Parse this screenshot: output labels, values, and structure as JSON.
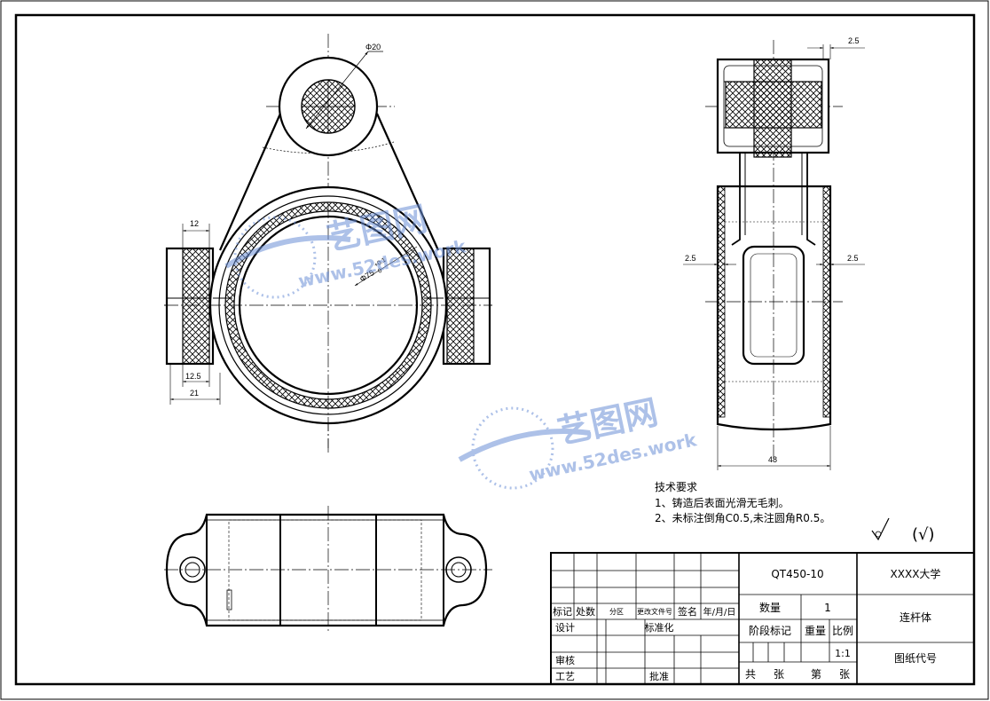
{
  "dimensions": {
    "phi20": "Φ20",
    "d12": "12",
    "d12_5": "12.5",
    "d21": "21",
    "bore": "Φ75",
    "bore_tol_upper": "+0.1",
    "bore_tol_lower": "0",
    "side_top": "2.5",
    "side_left": "2.5",
    "side_right": "2.5",
    "width48": "48"
  },
  "tech": {
    "title": "技术要求",
    "line1": "1、铸造后表面光滑无毛刺。",
    "line2": "2、未标注倒角C0.5,未注圆角R0.5。"
  },
  "roughness": {
    "paren": "(√)"
  },
  "titleblock": {
    "material": "QT450-10",
    "school": "XXXX大学",
    "qty_label": "数量",
    "qty_value": "1",
    "part_name": "连杆体",
    "stage_label": "阶段标记",
    "weight_label": "重量",
    "scale_label": "比例",
    "scale_value": "1:1",
    "drawing_no_label": "图纸代号",
    "sheet_total": "共",
    "sheet_unit1": "张",
    "sheet_no": "第",
    "sheet_unit2": "张",
    "mark": "标记",
    "count": "处数",
    "zone": "分区",
    "change_doc": "更改文件号",
    "sign": "签名",
    "date": "年/月/日",
    "design": "设计",
    "standard": "标准化",
    "review": "审核",
    "process": "工艺",
    "approve": "批准"
  },
  "watermark": {
    "brand": "艺图网",
    "url": "www.52des.work"
  },
  "colors": {
    "line": "#000000",
    "watermark": "#6b8fd6"
  }
}
